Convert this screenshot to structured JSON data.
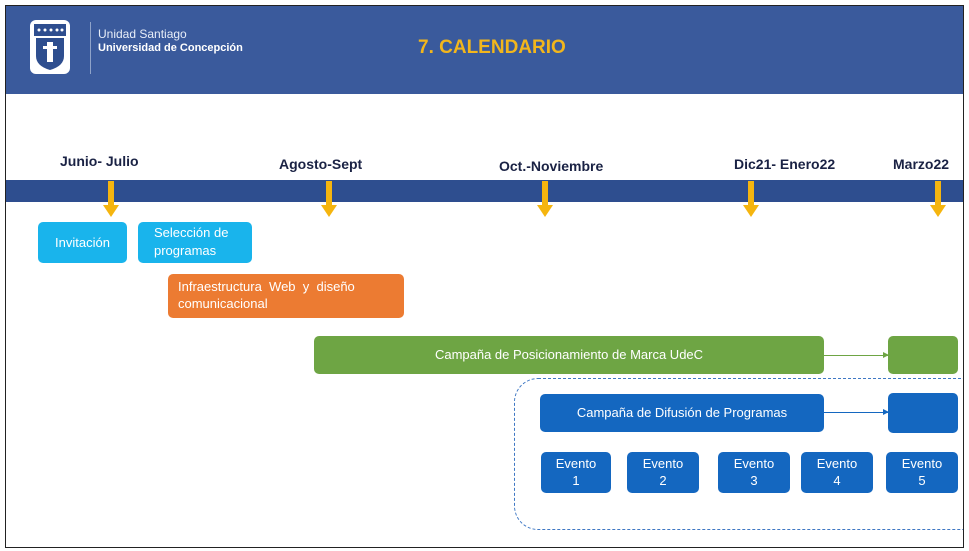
{
  "header": {
    "org_line1": "Unidad Santiago",
    "org_line2": "Universidad de Concepción",
    "title": "7. CALENDARIO",
    "logo_icon": "udec-crest-icon"
  },
  "timeline": {
    "months": [
      "Junio- Julio",
      "Agosto-Sept",
      "Oct.-Noviembre",
      "Dic21- Enero22",
      "Marzo22"
    ]
  },
  "tasks": {
    "invitacion": "Invitación",
    "seleccion_line1": "Selección de",
    "seleccion_line2": "programas",
    "infra_line1": "Infraestructura  Web  y  diseño",
    "infra_line2": "comunicacional",
    "campana_marca": "Campaña de Posicionamiento de Marca UdeC",
    "campana_difusion": "Campaña de Difusión de Programas"
  },
  "events": [
    {
      "label": "Evento",
      "num": "1"
    },
    {
      "label": "Evento",
      "num": "2"
    },
    {
      "label": "Evento",
      "num": "3"
    },
    {
      "label": "Evento",
      "num": "4"
    },
    {
      "label": "Evento",
      "num": "5"
    }
  ],
  "colors": {
    "header_bg": "#3a5a9c",
    "title": "#f2b61c",
    "arrow": "#f5b50f",
    "cyan": "#19b4ec",
    "orange": "#ec7b32",
    "green": "#6ea544",
    "blue": "#1467c0"
  }
}
